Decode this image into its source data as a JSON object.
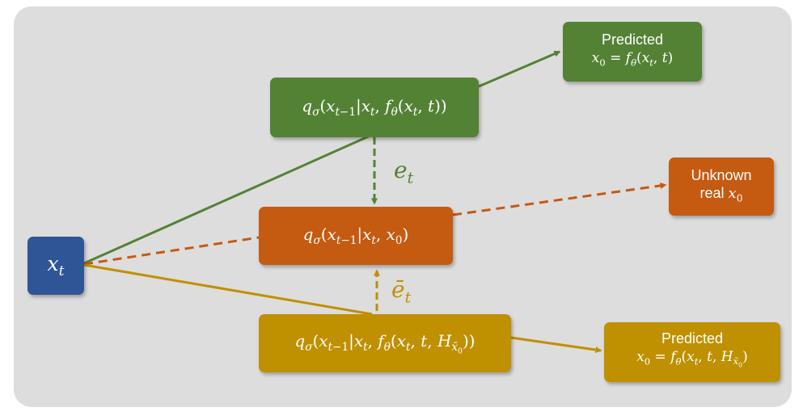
{
  "diagram": {
    "nodes": {
      "xt": {
        "label": "x_t"
      },
      "q_theta": {
        "label": "q_σ(x_{t−1}|x_t, f_θ(x_t, t))"
      },
      "q_real": {
        "label": "q_σ(x_{t−1}|x_t, x_0)"
      },
      "q_hist": {
        "label": "q_σ(x_{t−1}|x_t, f_θ(x_t, t, H_{x̄_0}))"
      },
      "pred_top": {
        "line1": "Predicted",
        "line2": "x_0 = f_θ(x_t, t)"
      },
      "unknown": {
        "line1": "Unknown",
        "line2": "real x_0"
      },
      "pred_bottom": {
        "line1": "Predicted",
        "line2": "x_0 = f_θ(x_t, t, H_{x̄_0})"
      }
    },
    "edge_labels": {
      "e_t": "e_t",
      "e_bar_t": "ē_t"
    },
    "colors": {
      "green": "#548235",
      "orange": "#c55a11",
      "gold": "#bf9000",
      "blue": "#2f5597",
      "background": "#dddddd"
    }
  }
}
